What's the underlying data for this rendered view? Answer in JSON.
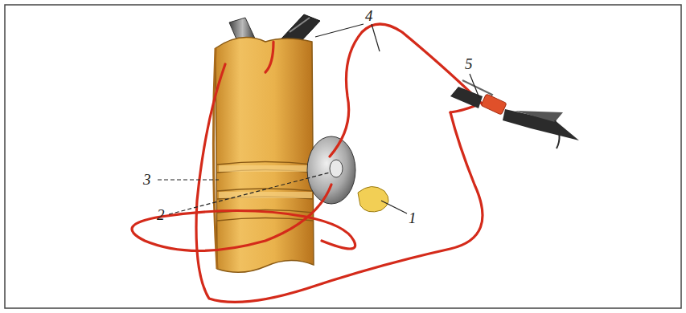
{
  "diagram": {
    "labels": [
      "4",
      "5",
      "3",
      "2",
      "1"
    ]
  }
}
